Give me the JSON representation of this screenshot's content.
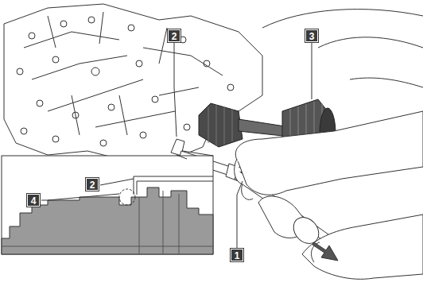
{
  "diagram": {
    "labels": [
      "2",
      "3",
      "2",
      "4",
      "1"
    ]
  }
}
